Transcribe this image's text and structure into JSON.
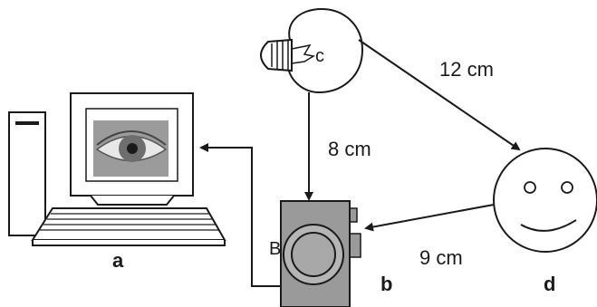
{
  "labels": {
    "computer": "a",
    "camera": "b",
    "lamp": "c",
    "face": "d",
    "camera_inner": "B"
  },
  "distances": {
    "lamp_to_camera": "8 cm",
    "lamp_to_face": "12 cm",
    "face_to_camera": "9 cm"
  },
  "colors": {
    "outline": "#1a1a1a",
    "camera_body": "#9a9a9a",
    "lens": "#b5b5b5",
    "eye_photo": "#8c8c8c",
    "iris": "#5a5a5a"
  }
}
